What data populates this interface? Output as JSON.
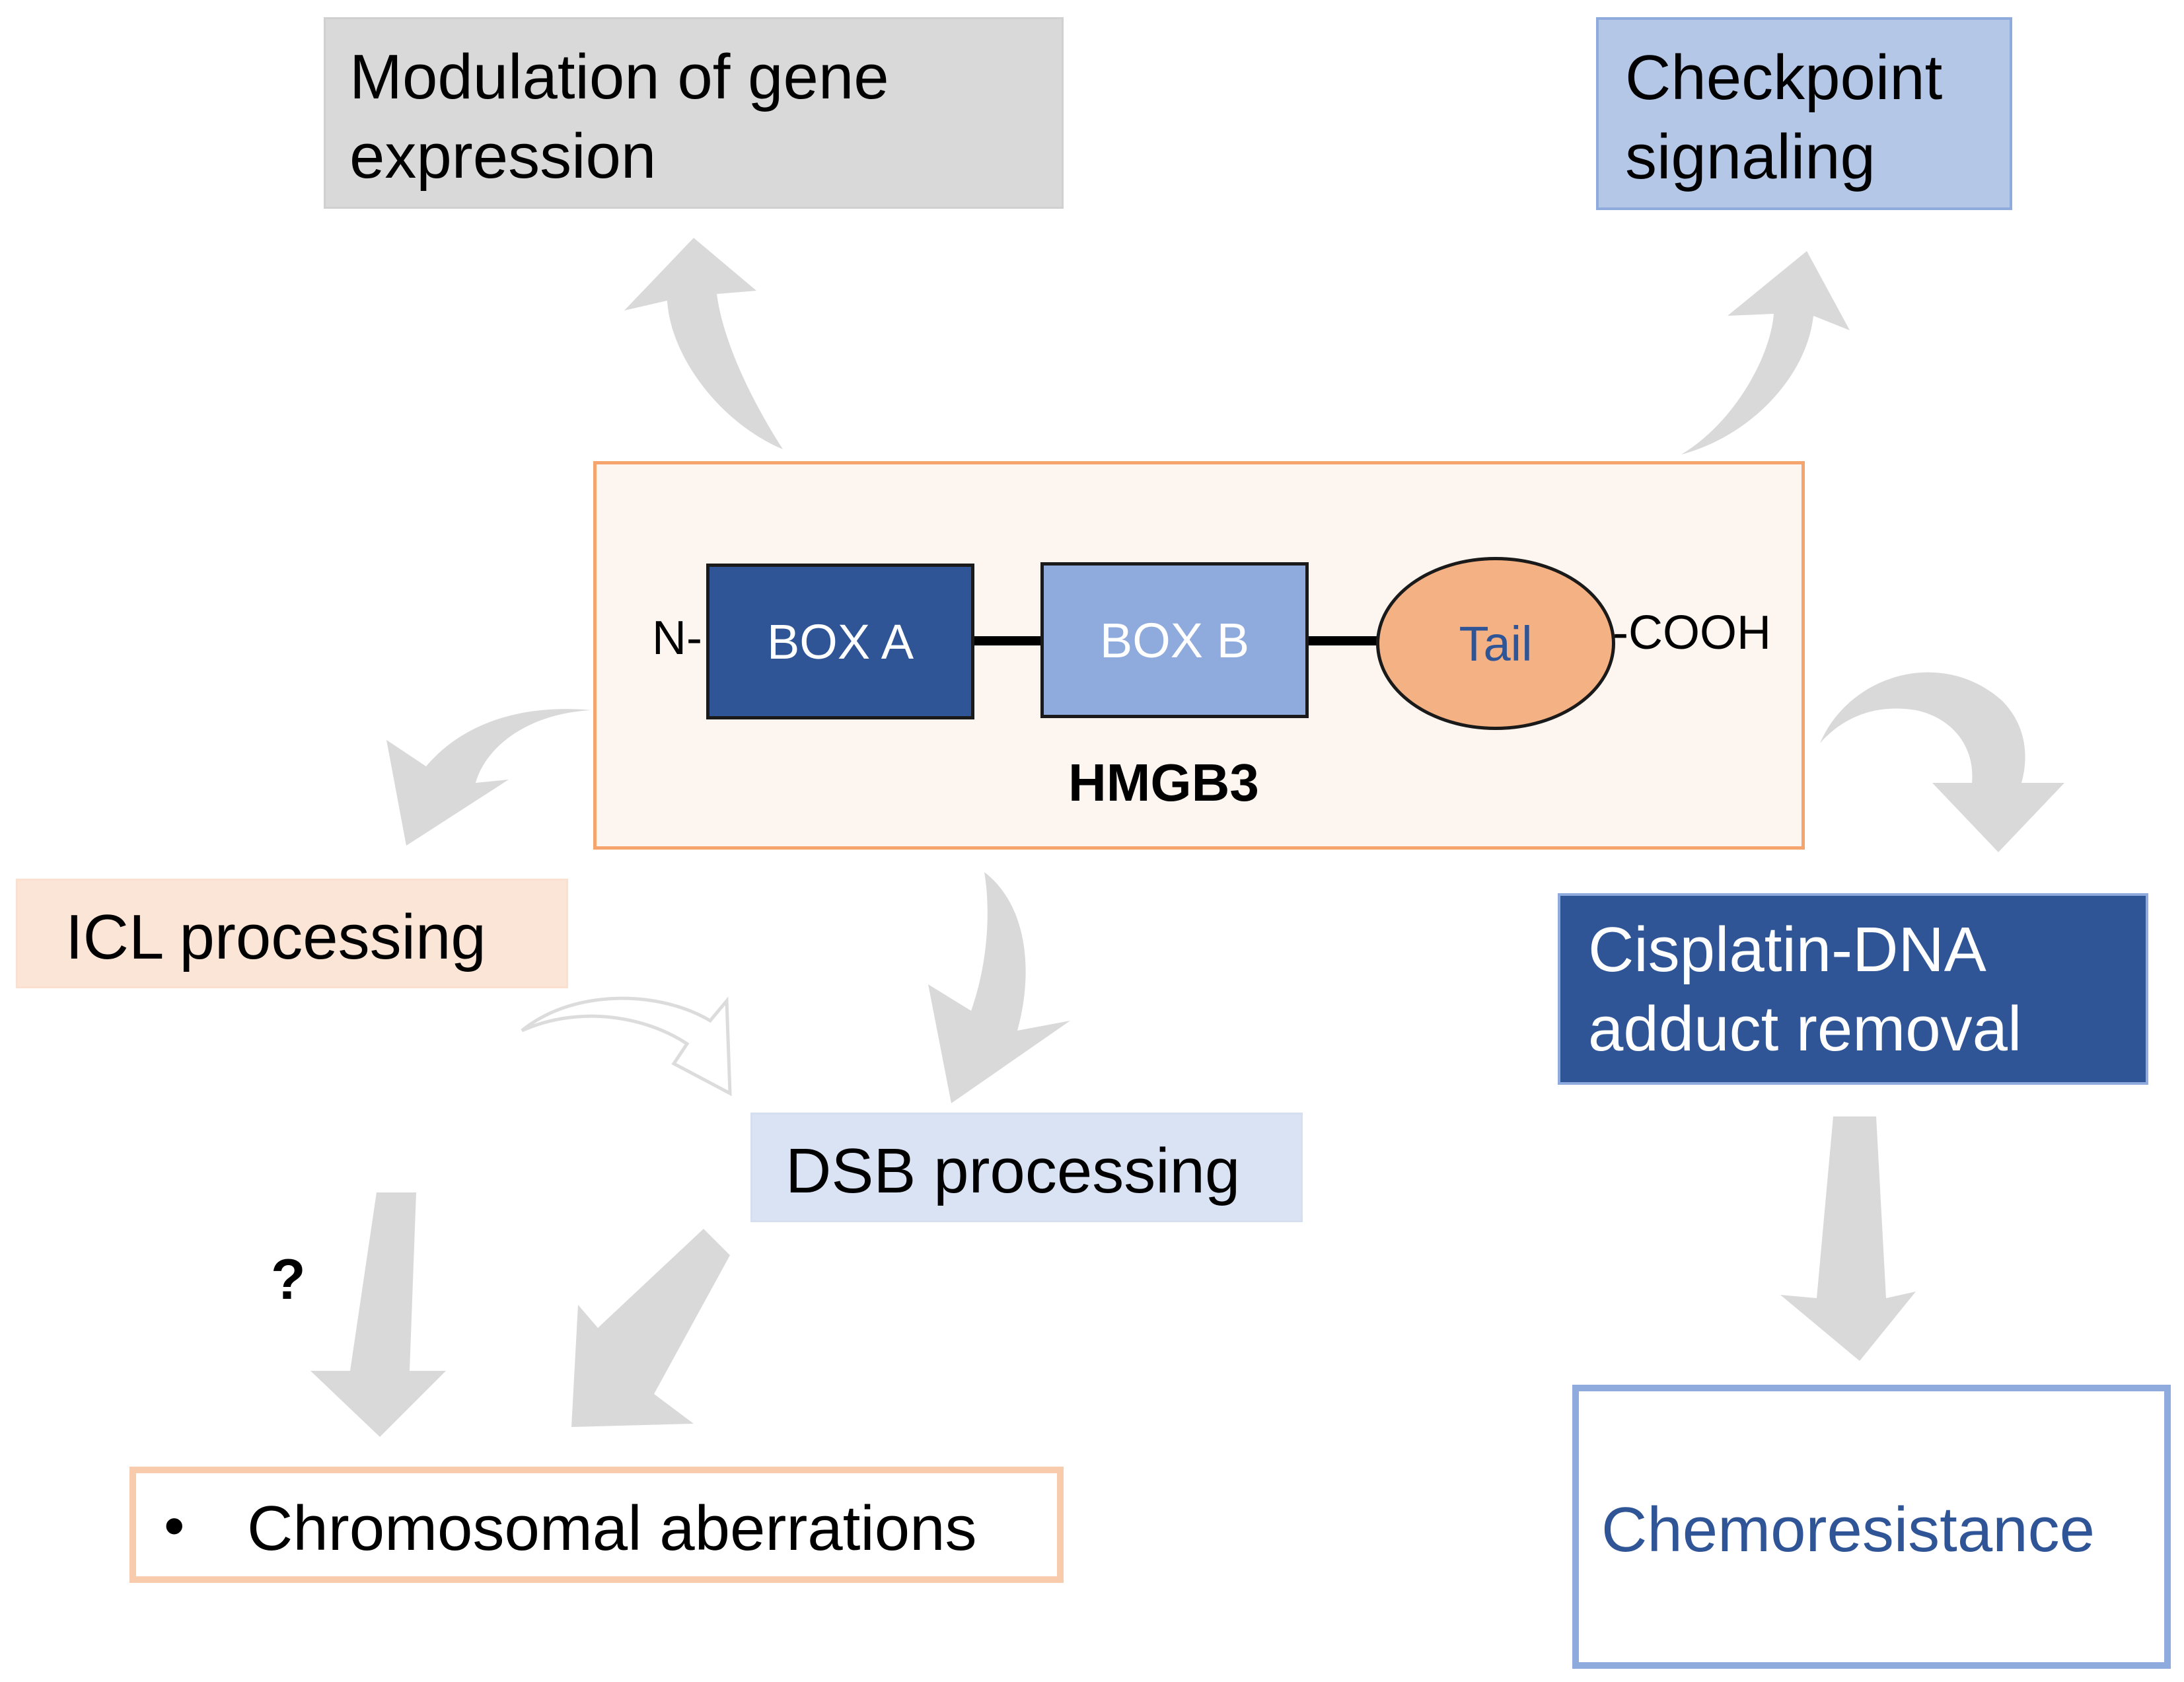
{
  "boxes": {
    "gene_expression": "Modulation of gene\nexpression",
    "checkpoint": "Checkpoint\nsignaling",
    "icl": "ICL processing",
    "dsb": "DSB processing",
    "cisplatin": "Cisplatin-DNA\nadduct removal",
    "chromosomal_bullet": "•",
    "chromosomal": "Chromosomal aberrations",
    "chemoresistance": "Chemoresistance",
    "question": "?"
  },
  "protein": {
    "name": "HMGB3",
    "n_term": "N-",
    "c_term": "-COOH",
    "box_a": "BOX A",
    "box_b": "BOX B",
    "tail": "Tail"
  },
  "colors": {
    "arrow": "#d9d9d9",
    "navy": "#2f5597",
    "light_blue": "#8faadc",
    "peach": "#f4b183",
    "orange_border": "#f4a46c"
  }
}
